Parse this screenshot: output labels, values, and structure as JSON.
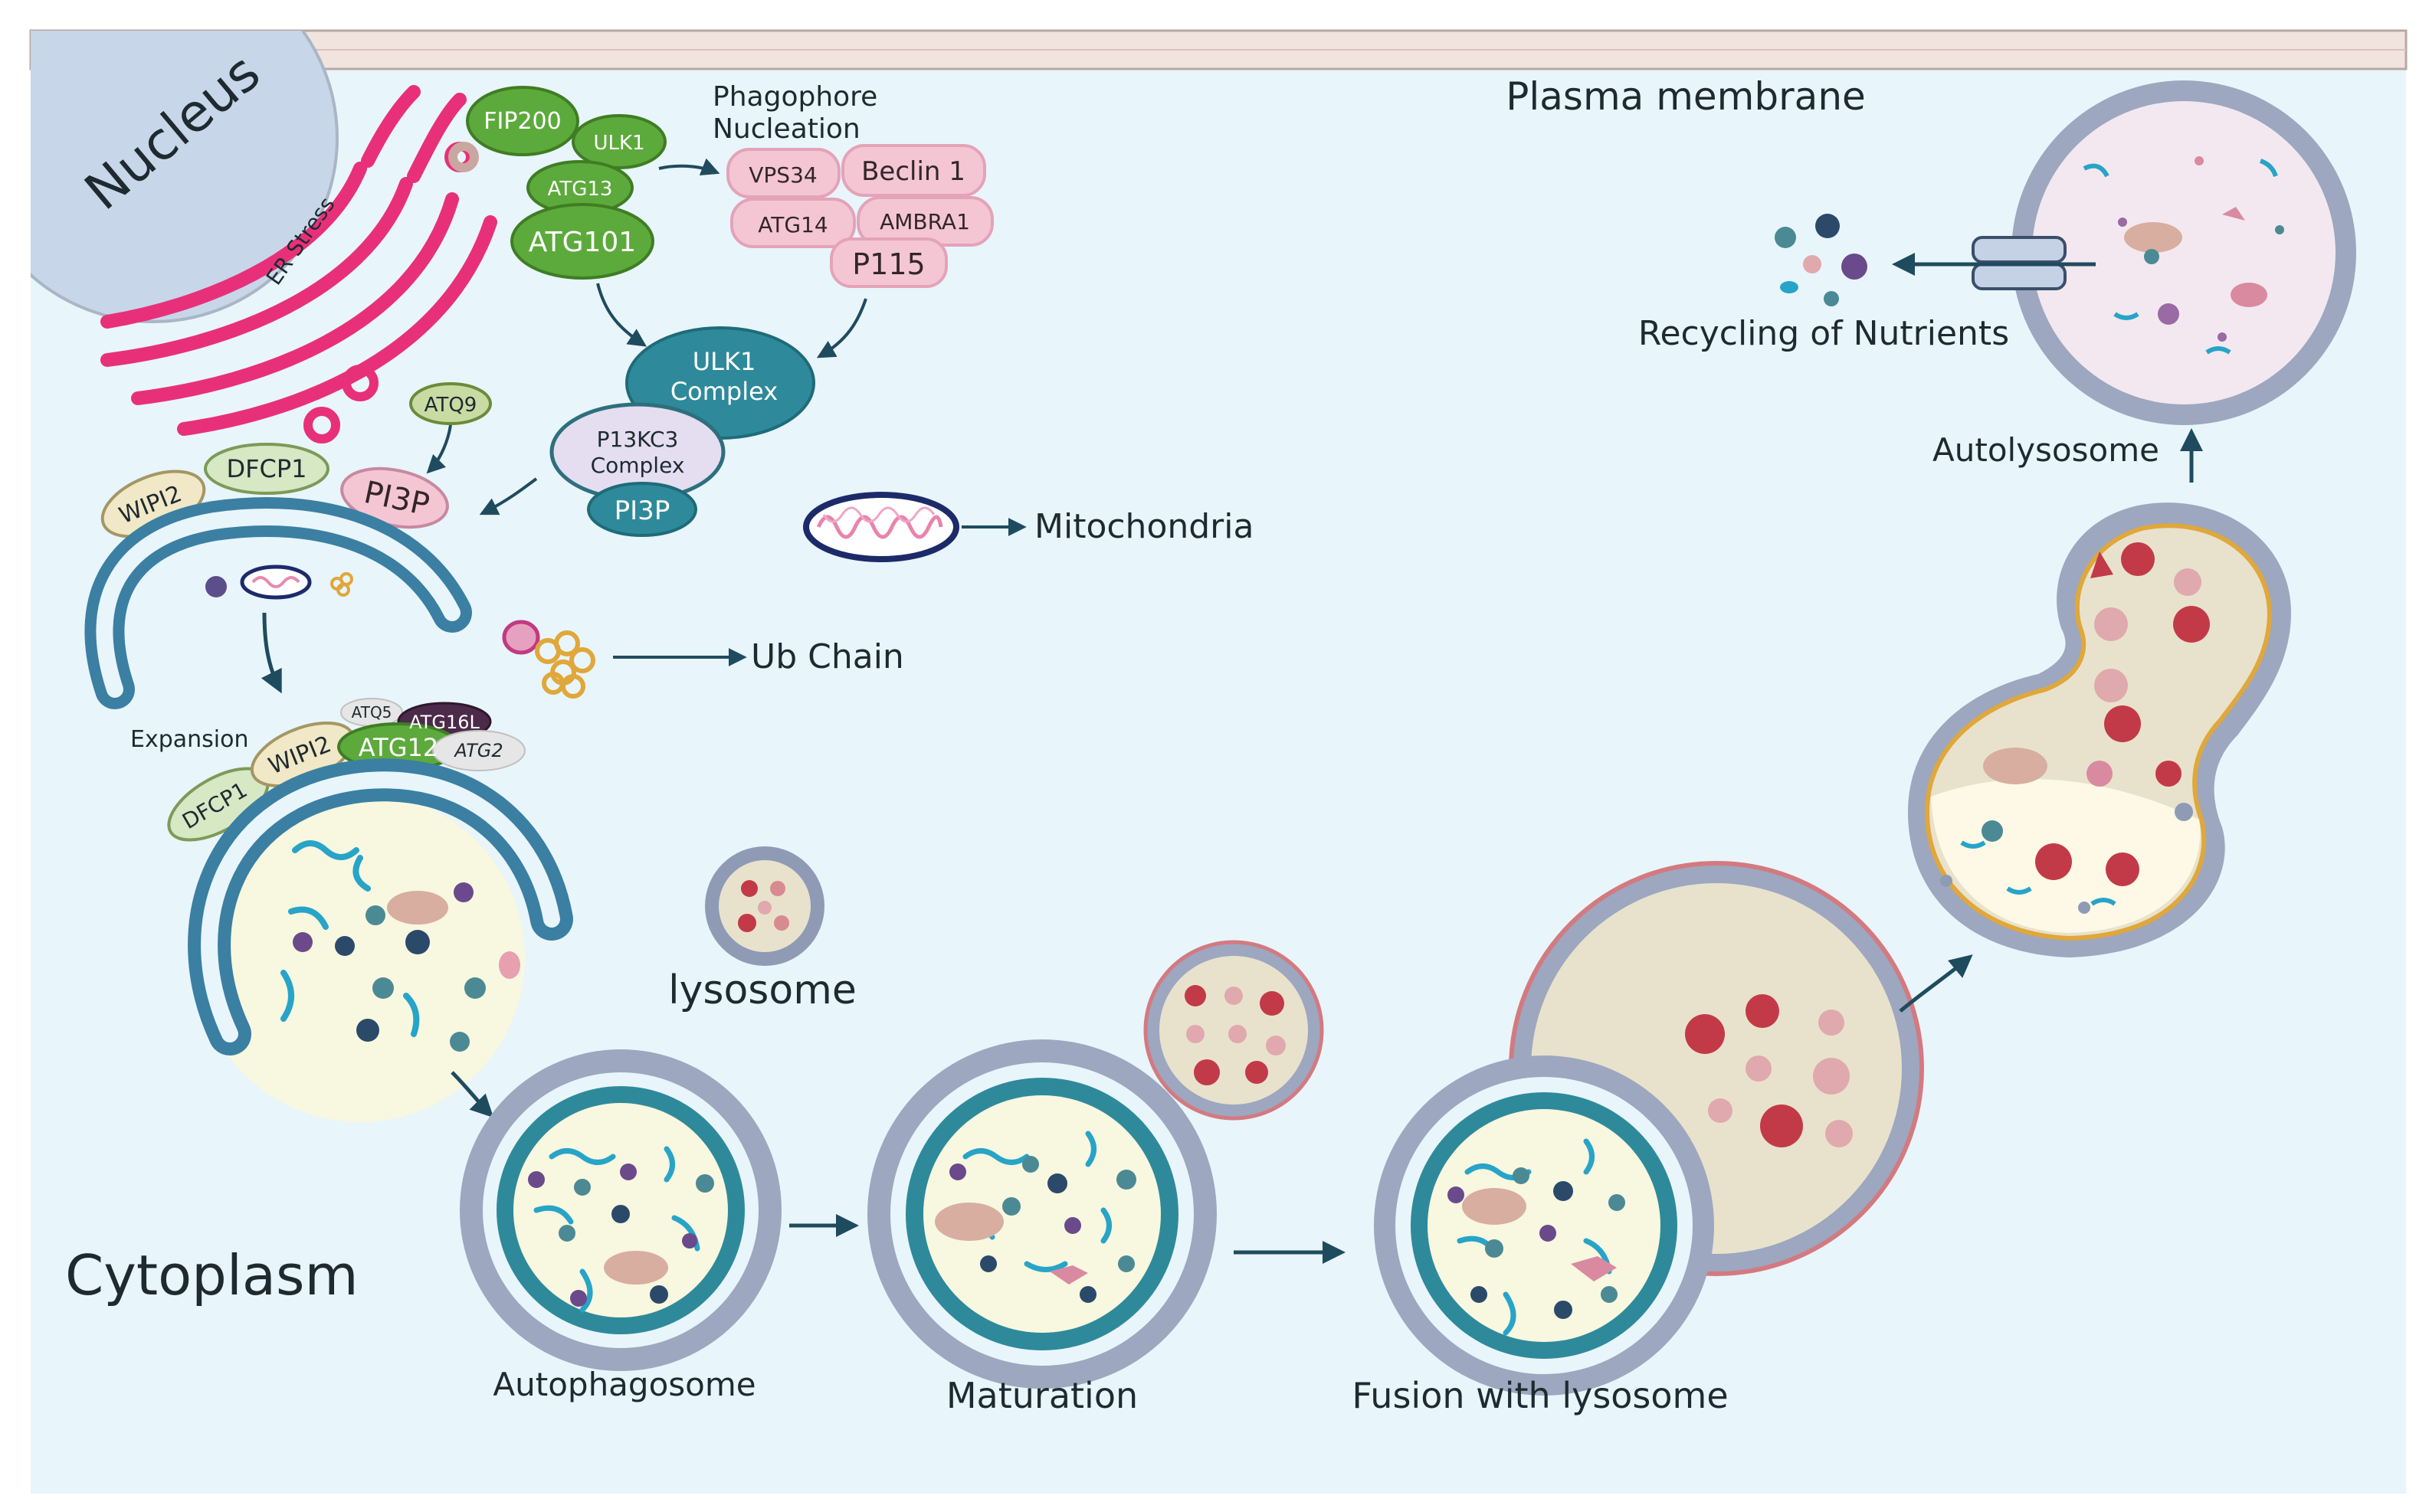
{
  "labels": {
    "nucleus": "Nucleus",
    "er_stress": "ER Stress",
    "plasma_membrane": "Plasma membrane",
    "cytoplasm": "Cytoplasm",
    "phagophore_nucleation": [
      "Phagophore",
      "Nucleation"
    ],
    "mitochondria": "Mitochondria",
    "ub_chain": "Ub Chain",
    "expansion": "Expansion",
    "lysosome": "lysosome",
    "autophagosome": "Autophagosome",
    "maturation": "Maturation",
    "fusion": "Fusion with lysosome",
    "autolysosome": "Autolysosome",
    "recycling": "Recycling of Nutrients"
  },
  "proteins": {
    "fip200": "FIP200",
    "ulk1": "ULK1",
    "atg13": "ATG13",
    "atg101": "ATG101",
    "vps34": "VPS34",
    "beclin1": "Beclin 1",
    "atg14": "ATG14",
    "ambra1": "AMBRA1",
    "p115": "P115",
    "ulk1_complex": [
      "ULK1",
      "Complex"
    ],
    "p13kc3_complex": [
      "P13KC3",
      "Complex"
    ],
    "pi3p_teal": "PI3P",
    "atq9": "ATQ9",
    "wipi2_top": "WIPI2",
    "dfcp1_top": "DFCP1",
    "pi3p_pink": "PI3P",
    "atq5": "ATQ5",
    "atg16l": "ATG16L",
    "atg12": "ATG12",
    "atg2": "ATG2",
    "wipi2_bottom": "WIPI2",
    "dfcp1_bottom": "DFCP1"
  },
  "colors": {
    "cytoplasm_bg": "#e8f5fb",
    "membrane_blue": "#3b7fa3",
    "autophagosome_teal": "#2e8a9a",
    "lysosome_red": "#c23a48",
    "lysosome_fill": "#e8e2cc",
    "er_pink": "#e8307a",
    "ulk_green": "#5daa3c",
    "pi3k_pink": "#f4c6d4",
    "arrow": "#1f4b5e"
  }
}
